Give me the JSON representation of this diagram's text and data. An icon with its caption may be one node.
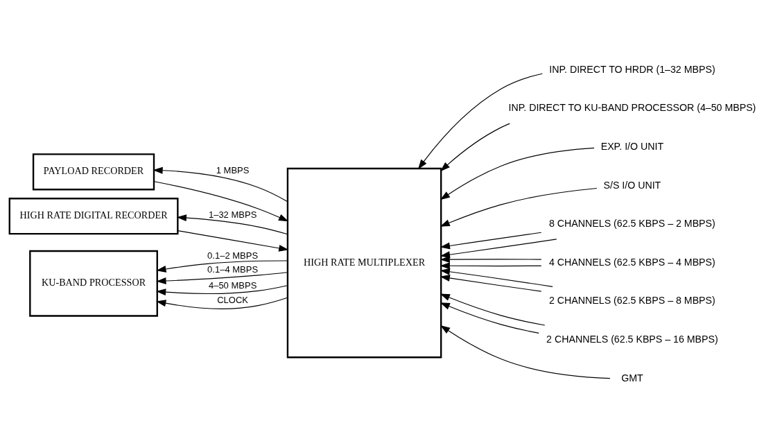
{
  "diagram": {
    "nodes": [
      {
        "text": [
          "PAYLOAD RECORDER"
        ]
      },
      {
        "text": [
          "HIGH RATE DIGITAL RECORDER"
        ]
      },
      {
        "text": [
          "HIGH RATE MULTIPLEXER"
        ]
      },
      {
        "text": [
          "KU-BAND PROCESSOR"
        ]
      },
      {
        "text": [
          "INP. DIRECT TO HRDR (1–32 MBPS)"
        ]
      },
      {
        "text": [
          "INP. DIRECT TO KU-BAND PROCESSOR (4–50 MBPS)"
        ]
      },
      {
        "text": [
          "EXP. I/O UNIT"
        ]
      },
      {
        "text": [
          "S/S I/O UNIT"
        ]
      },
      {
        "text": [
          "8 CHANNELS (62.5 KBPS – 2 MBPS)"
        ]
      },
      {
        "text": [
          "4 CHANNELS (62.5 KBPS – 4 MBPS)"
        ]
      },
      {
        "text": [
          "2 CHANNELS (62.5 KBPS – 8 MBPS)"
        ]
      },
      {
        "text": [
          "2 CHANNELS (62.5 KBPS – 16 MBPS)"
        ]
      },
      {
        "text": [
          "GMT"
        ]
      }
    ],
    "edges": [
      {
        "from": 2,
        "to": 0,
        "arrow": "to",
        "label": "1 MBPS"
      },
      {
        "from": 0,
        "to": 2,
        "arrow": "to"
      },
      {
        "from": 2,
        "to": 1,
        "arrow": "to",
        "label": "1–32 MBPS"
      },
      {
        "from": 1,
        "to": 2,
        "arrow": "to"
      },
      {
        "from": 2,
        "to": 3,
        "arrow": "to",
        "label": "0.1–2 MBPS"
      },
      {
        "from": 2,
        "to": 3,
        "arrow": "to",
        "label": "0.1–4 MBPS"
      },
      {
        "from": 2,
        "to": 3,
        "arrow": "to",
        "label": "4–50 MBPS"
      },
      {
        "from": 2,
        "to": 3,
        "arrow": "to",
        "label": "CLOCK"
      },
      {
        "from": 4,
        "to": 2,
        "arrow": "to"
      },
      {
        "from": 5,
        "to": 2,
        "arrow": "to"
      },
      {
        "from": 6,
        "to": 2,
        "arrow": "to"
      },
      {
        "from": 7,
        "to": 2,
        "arrow": "to"
      },
      {
        "from": 8,
        "to": 2,
        "arrow": "to"
      },
      {
        "from": 8,
        "to": 2,
        "arrow": "to"
      },
      {
        "from": 9,
        "to": 2,
        "arrow": "to"
      },
      {
        "from": 9,
        "to": 2,
        "arrow": "to"
      },
      {
        "from": 10,
        "to": 2,
        "arrow": "to"
      },
      {
        "from": 10,
        "to": 2,
        "arrow": "to"
      },
      {
        "from": 11,
        "to": 2,
        "arrow": "to"
      },
      {
        "from": 11,
        "to": 2,
        "arrow": "to"
      },
      {
        "from": 12,
        "to": 2,
        "arrow": "to"
      }
    ]
  }
}
